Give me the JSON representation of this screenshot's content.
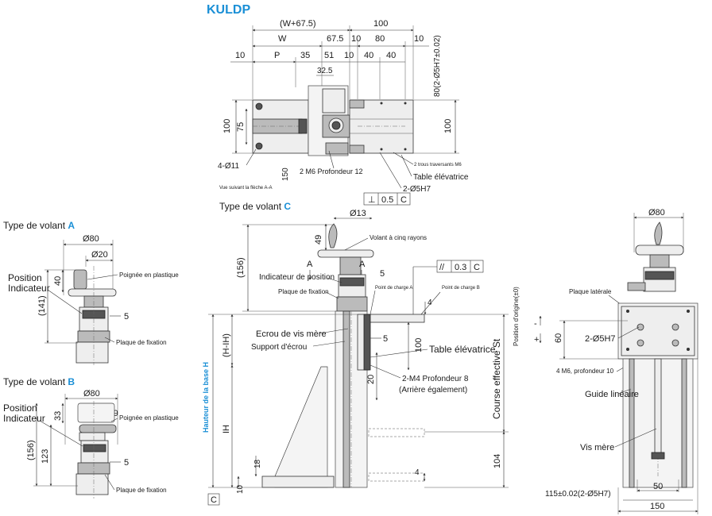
{
  "title": "KULDP",
  "handle_types": {
    "prefix": "Type de volant",
    "a": "A",
    "b": "B",
    "c": "C"
  },
  "top_view": {
    "w_plus": "(W+67.5)",
    "d100_top": "100",
    "w": "W",
    "d675": "67.5",
    "d10a": "10",
    "d80": "80",
    "d10b": "10",
    "d10c": "10",
    "p": "P",
    "d35": "35",
    "d51": "51",
    "d10d": "10",
    "d40a": "40",
    "d40b": "40",
    "d325": "32.5",
    "d80_2": "80(2-Ø5H7±0.02)",
    "d100_left": "100",
    "d75": "75",
    "d100_right": "100",
    "holes_4": "4-Ø11",
    "d150": "150",
    "m6": "2 M6 Profondeur 12",
    "view_note": "Vue suivant la flèche A-A",
    "trav_holes": "2 trous traversants M6",
    "table_elev": "Table élévatrice",
    "pin": "2-Ø5H7",
    "perp": "⊥",
    "tol05": "0.5",
    "datum_c": "C"
  },
  "handle_a": {
    "d80": "Ø80",
    "d20": "Ø20",
    "pos_ind_1": "Position",
    "pos_ind_2": "Indicateur",
    "grip": "Poignée en plastique",
    "d40": "40",
    "d141": "(141)",
    "d5": "5",
    "plate": "Plaque de fixation"
  },
  "handle_b": {
    "d80": "Ø80",
    "d19": "Ø19",
    "pos_ind_1": "Position",
    "pos_ind_2": "Indicateur",
    "grip": "Poignée en plastique",
    "d33": "33",
    "d156": "(156)",
    "d123": "123",
    "d5": "5",
    "plate": "Plaque de fixation"
  },
  "side_view": {
    "d13": "Ø13",
    "d49": "49",
    "wheel": "Volant à cinq rayons",
    "arrow_a1": "A",
    "arrow_a2": "A",
    "d156": "(156)",
    "pos_ind": "Indicateur de position",
    "d5": "5",
    "plate": "Plaque de fixation",
    "load_a": "Point de charge A",
    "load_b": "Point de charge B",
    "par": "//",
    "tol03": "0.3",
    "datum_c": "C",
    "d4a": "4",
    "h_minus": "(H-IH)",
    "nut": "Ecrou de vis mère",
    "nut_support": "Support d'écrou",
    "d5b": "5",
    "d100": "100",
    "table": "Table élévatrice",
    "base_h": "Hauteur de la base H",
    "ih": "IH",
    "d20": "20",
    "m4": "2-M4 Profondeur 8",
    "m4_b": "(Arrière également)",
    "stroke": "Course effective St",
    "origin": "Position d'origine(±0)",
    "plus": "+",
    "minus": "-",
    "d18": "18",
    "d10": "10",
    "d104": "104",
    "d4b": "4",
    "datum_c2": "C"
  },
  "front_view": {
    "d80": "Ø80",
    "side_plate": "Plaque latérale",
    "d60": "60",
    "pin": "2-Ø5H7",
    "m6": "4 M6, profondeur 10",
    "guide": "Guide linéaire",
    "screw": "Vis mère",
    "d50": "50",
    "d115": "115±0.02(2-Ø5H7)",
    "d150": "150"
  }
}
